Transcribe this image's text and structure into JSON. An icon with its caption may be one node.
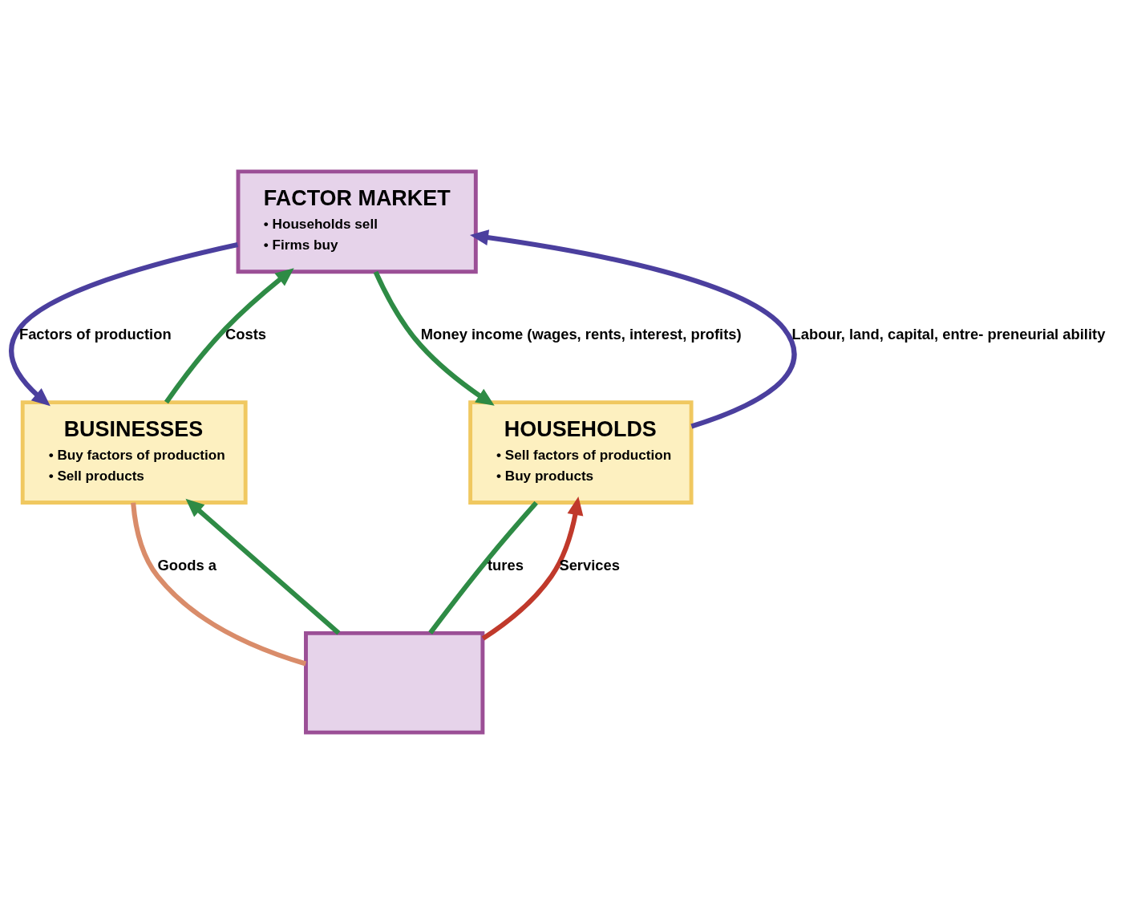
{
  "diagram": {
    "nodes": [
      {
        "text": [
          "FACTOR MARKET",
          "• Households sell",
          "• Firms buy"
        ]
      },
      {
        "text": [
          "BUSINESSES",
          "• Buy factors of production",
          "• Sell products"
        ]
      },
      {
        "text": [
          "HOUSEHOLDS",
          "• Sell factors of production",
          "• Buy products"
        ]
      },
      {
        "text": [],
        "shape": "box"
      }
    ],
    "edges": [
      {
        "from": 1,
        "to": 0,
        "arrow": "to",
        "label": "Costs"
      },
      {
        "from": 0,
        "to": 1,
        "arrow": "to",
        "label": "Factors of production",
        "color": "#4b3f9e"
      },
      {
        "from": 2,
        "to": 0,
        "arrow": "to",
        "label": "Labour, land, capital, entre- preneurial ability",
        "color": "#4b3f9e"
      },
      {
        "from": 0,
        "to": 2,
        "arrow": "to",
        "label": "Money income (wages, rents, interest, profits)"
      },
      {
        "from": 3,
        "to": 1,
        "arrow": "to"
      },
      {
        "from": 1,
        "to": 3,
        "arrow": "none",
        "label": "Goods a",
        "color": "#d98c6a"
      },
      {
        "from": 3,
        "to": 2,
        "arrow": "to",
        "label": "Services",
        "color": "#c0392b"
      },
      {
        "from": 2,
        "to": 3,
        "arrow": "none",
        "label": "tures"
      }
    ]
  }
}
